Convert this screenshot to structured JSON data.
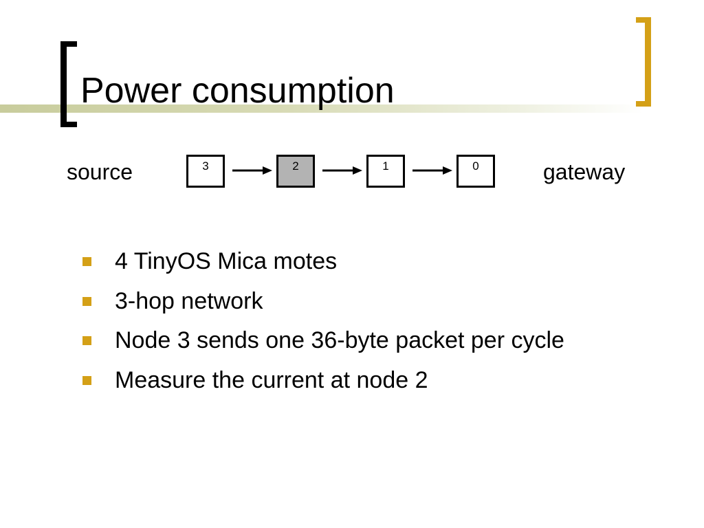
{
  "slide": {
    "title": "Power consumption",
    "accent_color": "#d4a017",
    "band_color": "#c8cc9c"
  },
  "diagram": {
    "source_label": "source",
    "gateway_label": "gateway",
    "nodes": [
      {
        "label": "3",
        "highlighted": false
      },
      {
        "label": "2",
        "highlighted": true
      },
      {
        "label": "1",
        "highlighted": false
      },
      {
        "label": "0",
        "highlighted": false
      }
    ],
    "highlight_color": "#b3b3b3"
  },
  "bullets": [
    "4 TinyOS Mica motes",
    "3-hop network",
    "Node 3 sends one 36-byte packet per cycle",
    "Measure the current at node 2"
  ]
}
